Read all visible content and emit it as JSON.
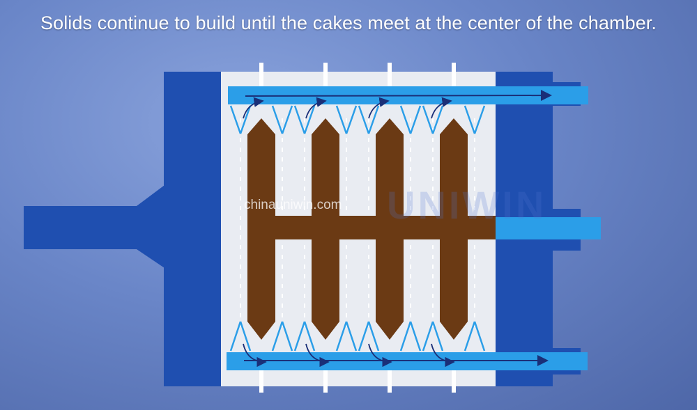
{
  "caption": "Solids continue to build until the cakes meet at the center of the chamber.",
  "watermark": "chinauniwin.com",
  "watermark_logo": "UNIWIN",
  "colors": {
    "frame_dark_blue": "#1f4fb0",
    "filter_chamber": "#e9ecf2",
    "pipe_light_blue": "#2b9ee8",
    "cake_brown": "#6b3a14",
    "flow_arrow": "#1a2f78"
  },
  "counts": {
    "filter_plates": 4,
    "plate_stems": 4
  }
}
